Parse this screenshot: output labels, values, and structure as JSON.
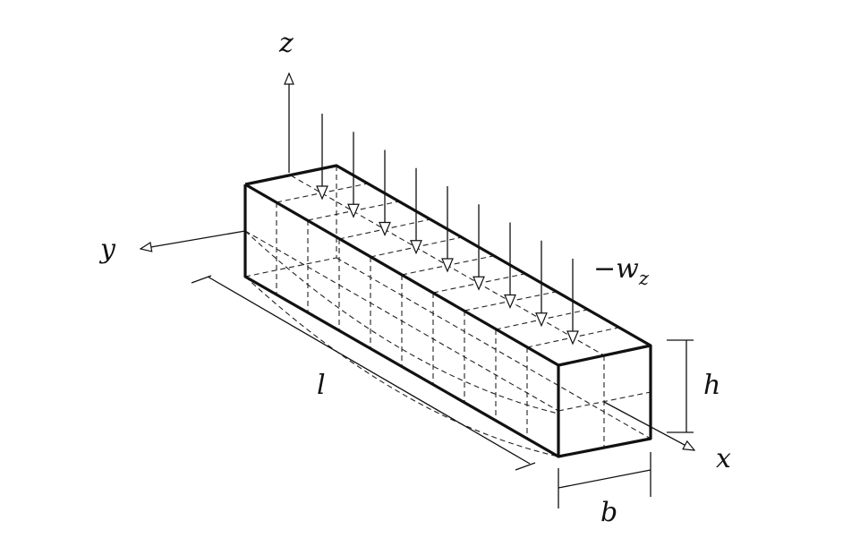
{
  "labels": {
    "z": "z",
    "y": "y",
    "x": "x",
    "load": "−w",
    "load_sub": "z",
    "length": "l",
    "height": "h",
    "width": "b"
  },
  "colors": {
    "ink": "#111111",
    "paper": "#ffffff"
  },
  "load_arrow_count": 9
}
